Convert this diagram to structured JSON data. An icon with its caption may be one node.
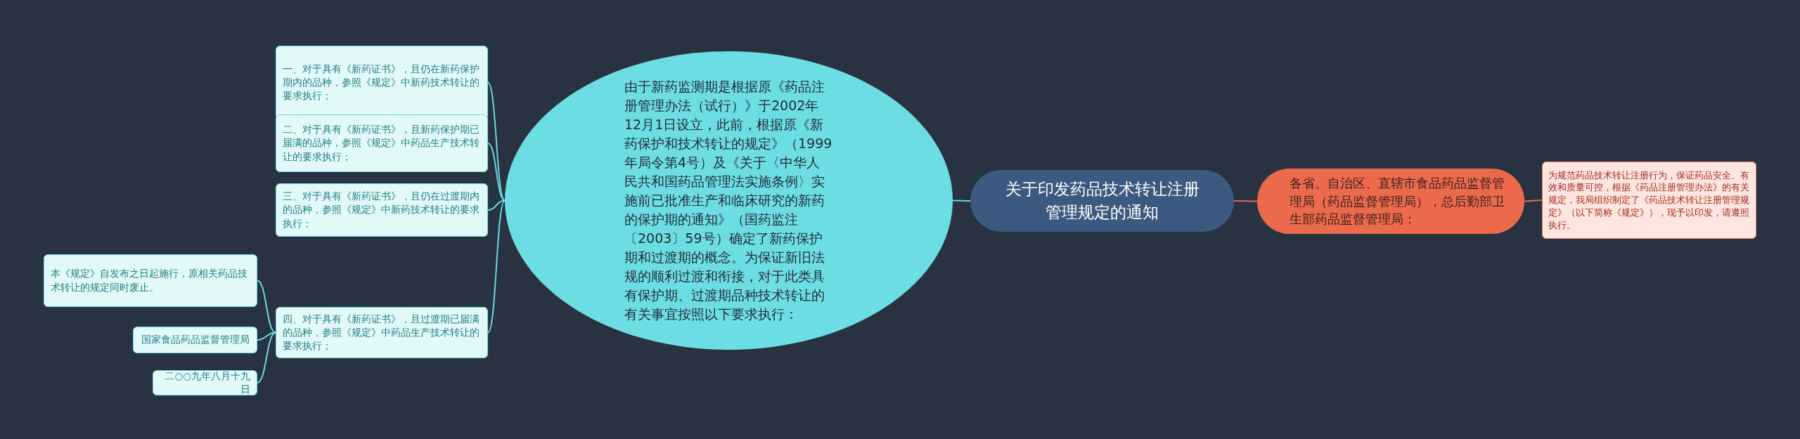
{
  "diagram": {
    "nodes": [
      {
        "text": [
          "关于印发药品技术转让注册管理规定的通知"
        ]
      },
      {
        "text": [
          "由于新药监测期是根据原《药品注册管理办法（试行）》于2002年12月1日设立，此前，根据原《新药保护和技术转让的规定》（1999年局令第4号）及《关于〈中华人民共和国药品管理法实施条例〉实施前已批准生产和临床研究的新药的保护期的通知》（国药监注〔2003〕59号）确定了新药保护期和过渡期的概念。为保证新旧法规的顺利过渡和衔接，对于此类具有保护期、过渡期品种技术转让的有关事宜按照以下要求执行："
        ]
      },
      {
        "text": [
          "一、对于具有《新药证书》，且仍在新药保护期内的品种，参照《规定》中新药技术转让的要求执行；"
        ]
      },
      {
        "text": [
          "二、对于具有《新药证书》，且新药保护期已届满的品种，参照《规定》中药品生产技术转让的要求执行；"
        ]
      },
      {
        "text": [
          "三、对于具有《新药证书》，且仍在过渡期内的品种，参照《规定》中新药技术转让的要求执行；"
        ]
      },
      {
        "text": [
          "四、对于具有《新药证书》，且过渡期已届满的品种，参照《规定》中药品生产技术转让的要求执行；"
        ]
      },
      {
        "text": [
          "本《规定》自发布之日起施行，原相关药品技术转让的规定同时废止。"
        ]
      },
      {
        "text": [
          "国家食品药品监督管理局"
        ]
      },
      {
        "text": [
          "二○○九年八月十九日"
        ]
      },
      {
        "text": [
          "各省、自治区、直辖市食品药品监督管理局（药品监督管理局），总后勤部卫生部药品监督管理局："
        ]
      },
      {
        "text": [
          "为规范药品技术转让注册行为，保证药品安全、有效和质量可控，根据《药品注册管理办法》的有关规定，我局组织制定了《药品技术转让注册管理规定》（以下简称《规定》），现予以印发，请遵照执行。"
        ]
      }
    ],
    "edges": [
      {
        "from": 0,
        "to": 1,
        "arrow": "none"
      },
      {
        "from": 1,
        "to": 2,
        "arrow": "none"
      },
      {
        "from": 1,
        "to": 3,
        "arrow": "none"
      },
      {
        "from": 1,
        "to": 4,
        "arrow": "none"
      },
      {
        "from": 1,
        "to": 5,
        "arrow": "none"
      },
      {
        "from": 5,
        "to": 6,
        "arrow": "none"
      },
      {
        "from": 5,
        "to": 7,
        "arrow": "none"
      },
      {
        "from": 5,
        "to": 8,
        "arrow": "none"
      },
      {
        "from": 0,
        "to": 9,
        "arrow": "none",
        "color": "#e8694a"
      },
      {
        "from": 9,
        "to": 10,
        "arrow": "none",
        "color": "#e8694a"
      }
    ]
  }
}
